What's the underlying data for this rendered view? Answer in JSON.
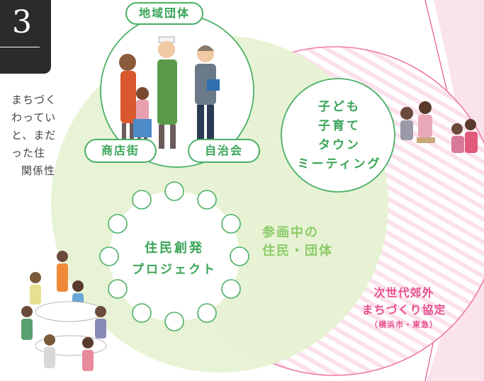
{
  "badge": {
    "number": "3"
  },
  "body_text": [
    "まちづく",
    "わってい",
    "と、まだ",
    "った住",
    "関係性"
  ],
  "groups": {
    "local_groups": "地域団体",
    "shopping_street": "商店街",
    "residents_association": "自治会"
  },
  "kids_meeting": [
    "子ども",
    "子育て",
    "タウン",
    "ミーティング"
  ],
  "resident_project": [
    "住民創発",
    "プロジェクト"
  ],
  "participants": [
    "参画中の",
    "住民・団体"
  ],
  "agreement": {
    "lines": [
      "次世代郊外",
      "まちづくり協定"
    ],
    "note": "（横浜市・東急）"
  },
  "colors": {
    "green": "#3aa558",
    "light_green": "#e6f2d2",
    "pink": "#e8508c",
    "pale_pink": "#fbe3ee"
  }
}
